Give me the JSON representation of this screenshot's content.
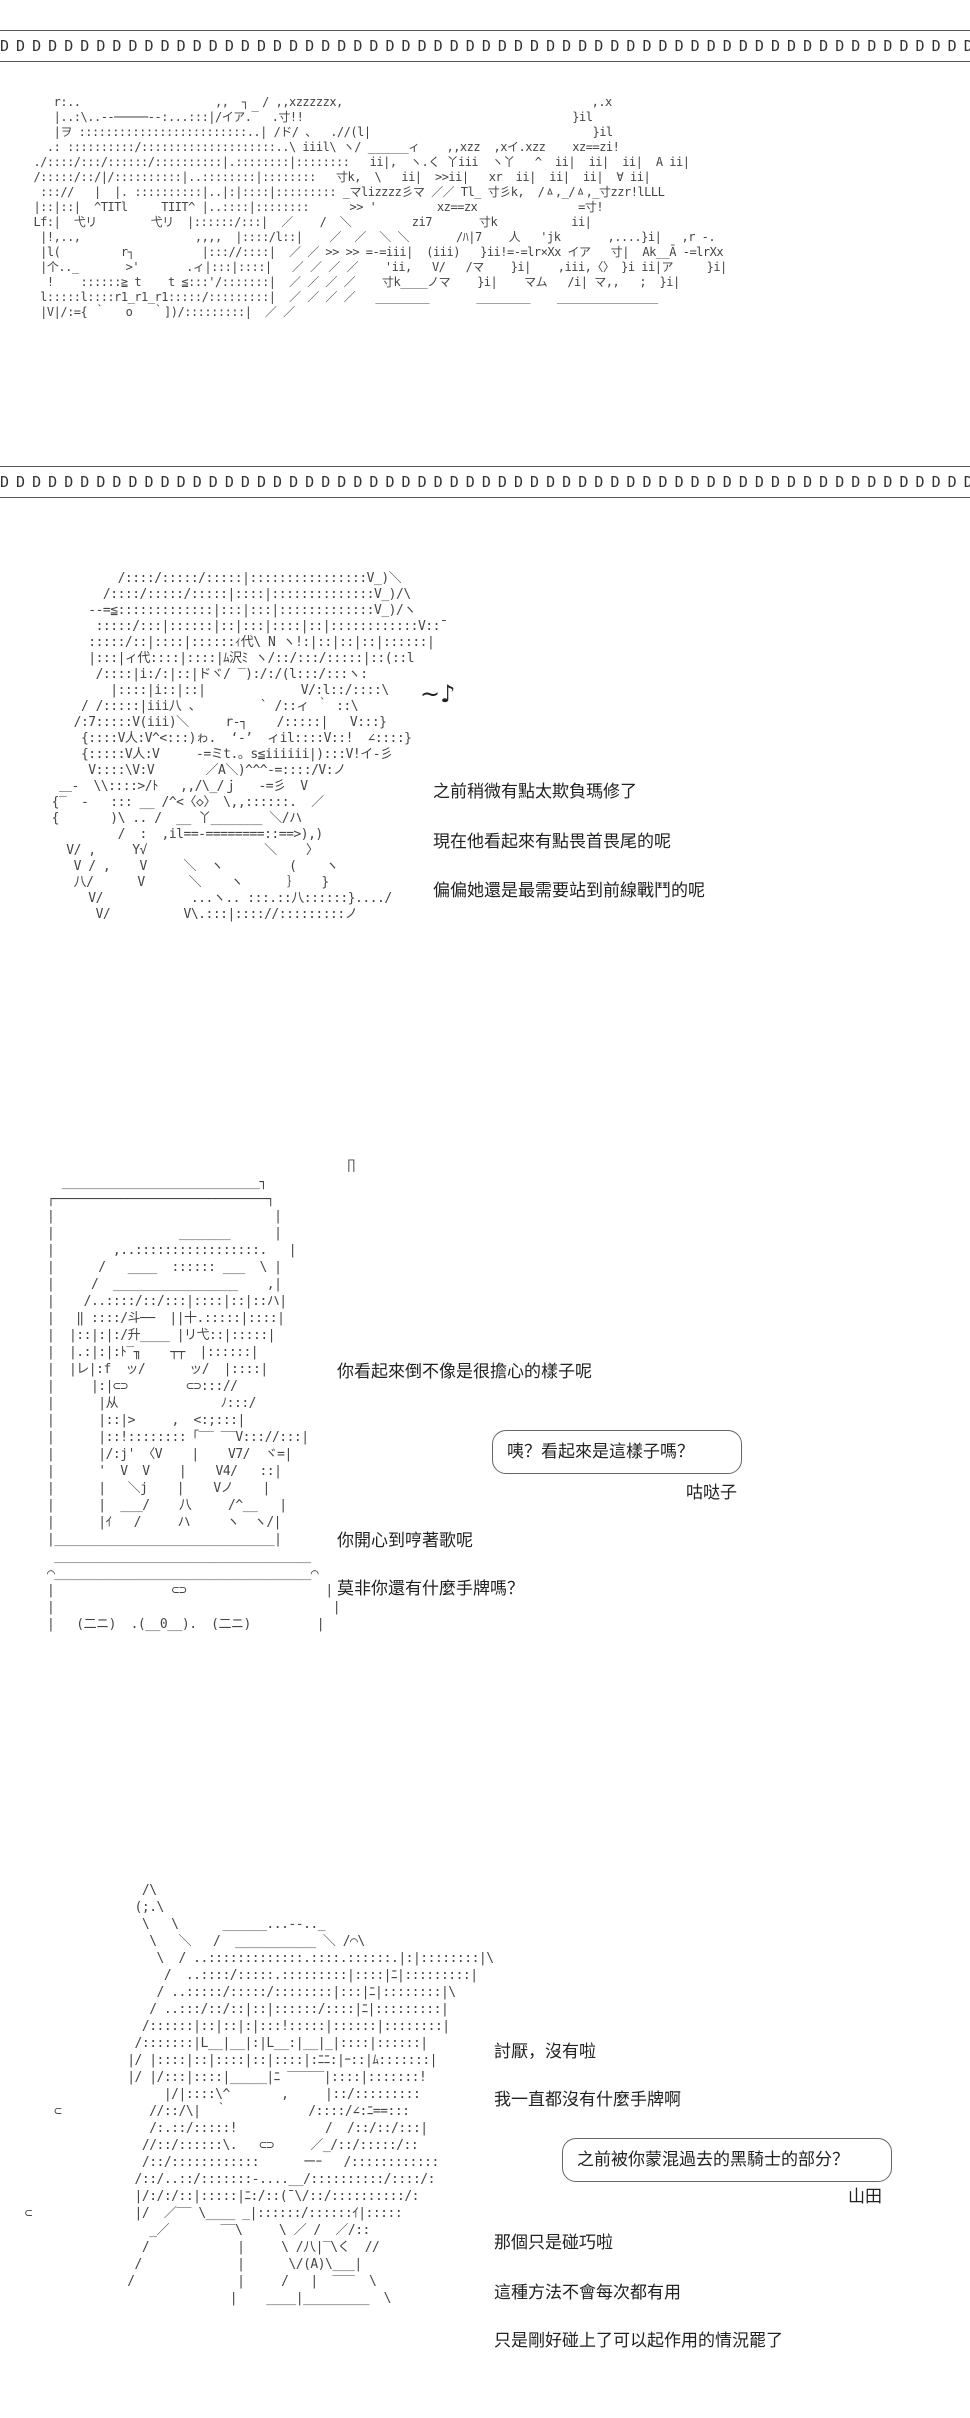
{
  "header": {
    "border_top": "D D D D D D D D D D D D D D D D D D D D D D D D D D D D D D D D D D D D D D D D D D D D D D D D D D D D D D D D D D D D D D D D D",
    "border_bottom": "D D D D D D D D D D D D D D D D D D D D D D D D D D D D D D D D D D D D D D D D D D D D D D D D D D D D D D D D D D D D D D D D D"
  },
  "panel1": {
    "note": "~♪",
    "lines": [
      "之前稍微有點太欺負瑪修了",
      "現在他看起來有點畏首畏尾的呢",
      "偏偏她還是最需要站到前線戰鬥的呢"
    ]
  },
  "panel2": {
    "lines_top": [
      "你看起來倒不像是很擔心的樣子呢"
    ],
    "bubble": "咦？看起來是這樣子嗎？",
    "bubble_speaker": "咕哒子",
    "lines_bottom": [
      "你開心到哼著歌呢",
      "莫非你還有什麼手牌嗎？"
    ]
  },
  "panel3": {
    "lines_top": [
      "討厭，沒有啦",
      "我一直都沒有什麼手牌啊"
    ],
    "bubble": "之前被你蒙混過去的黑騎士的部分？",
    "bubble_speaker": "山田",
    "lines_bottom": [
      "那個只是碰巧啦",
      "這種方法不會每次都有用",
      "只是剛好碰上了可以起作用的情況罷了"
    ]
  }
}
